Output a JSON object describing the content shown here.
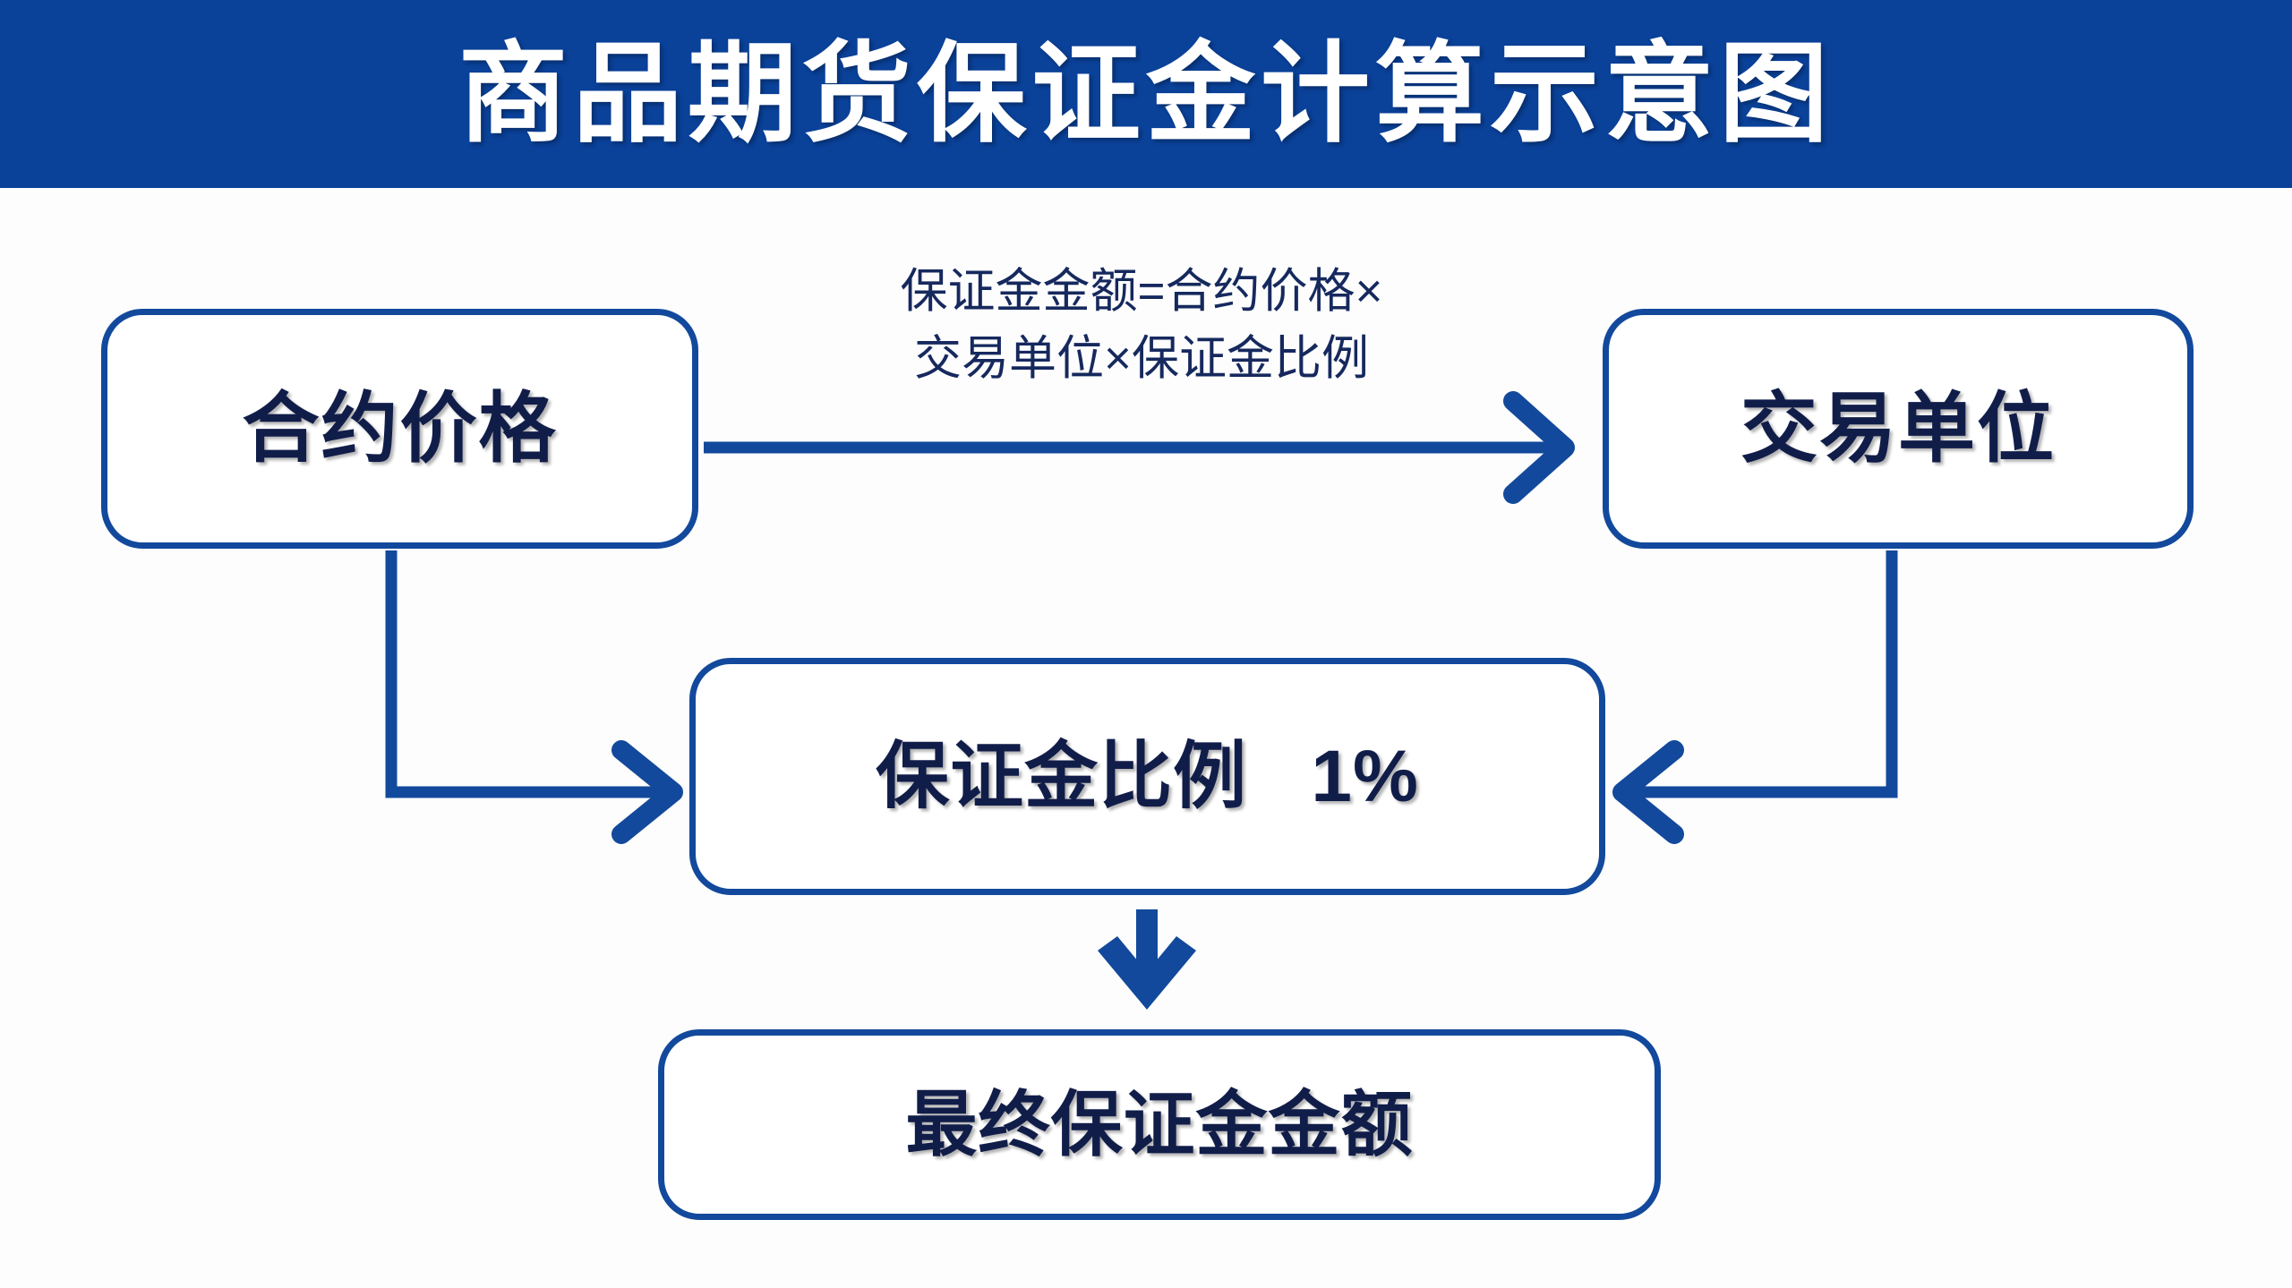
{
  "banner": {
    "title": "商品期货保证金计算示意图",
    "background_color": "#0a4199",
    "text_color": "#ffffff"
  },
  "colors": {
    "banner_blue": "#0a4199",
    "accent_blue": "#12499c",
    "node_text_navy": "#111d49",
    "formula_navy": "#16295e",
    "page_background": "#fdfdfd",
    "node_fill": "#ffffff"
  },
  "diagram": {
    "type": "flowchart",
    "nodes": [
      {
        "id": "contract-price",
        "label": "合约价格"
      },
      {
        "id": "trading-unit",
        "label": "交易单位"
      },
      {
        "id": "margin-ratio",
        "label": "保证金比例   1%"
      },
      {
        "id": "final-amount",
        "label": "最终保证金金额"
      }
    ],
    "annotations": {
      "formula_line1": "保证金金额=合约价格×",
      "formula_line2": "交易单位×保证金比例"
    },
    "edges": [
      {
        "from": "contract-price",
        "to": "trading-unit",
        "shape": "straight-right",
        "head": "open-chevron"
      },
      {
        "from": "contract-price",
        "to": "margin-ratio",
        "shape": "elbow-down-right",
        "head": "open-chevron"
      },
      {
        "from": "trading-unit",
        "to": "margin-ratio",
        "shape": "elbow-down-left",
        "head": "open-chevron"
      },
      {
        "from": "margin-ratio",
        "to": "final-amount",
        "shape": "straight-down",
        "head": "solid-triangle"
      }
    ]
  }
}
